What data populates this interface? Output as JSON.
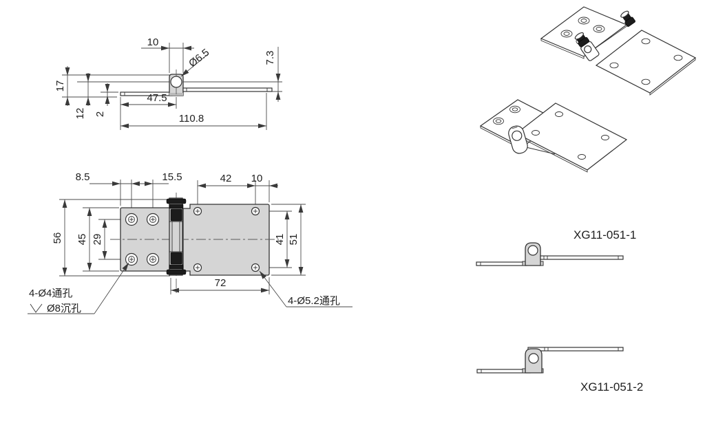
{
  "drawing": {
    "side_view": {
      "dims": {
        "knuckle_width": "10",
        "pin_hole_dia": "Ø6.5",
        "right_plate_offset": "7.3",
        "overall_height": "17",
        "pivot_height": "12",
        "plate_thickness": "2",
        "left_plate_length": "47.5",
        "overall_length": "110.8"
      }
    },
    "plan_view": {
      "dims": {
        "left_hole_edge": "8.5",
        "left_hole_spacing": "15.5",
        "right_hole_spacing": "42",
        "right_hole_edge": "10",
        "overall_width": "56",
        "left_plate_width": "45",
        "left_hole_rows": "29",
        "right_hole_rows": "41",
        "right_plate_width": "51",
        "right_plate_length": "72"
      },
      "callouts": {
        "left_holes_line1": "4-Ø4通孔",
        "counterbore_symbol": "∨",
        "left_holes_line2": "Ø8沉孔",
        "right_holes": "4-Ø5.2通孔"
      }
    },
    "parts": {
      "part1_label": "XG11-051-1",
      "part2_label": "XG11-051-2"
    },
    "colors": {
      "plate_fill": "#d5d5d5",
      "outline": "#333333",
      "dimension_line": "#4a4a4a",
      "hardware_dark": "#1c1c1c",
      "background": "#ffffff"
    }
  }
}
